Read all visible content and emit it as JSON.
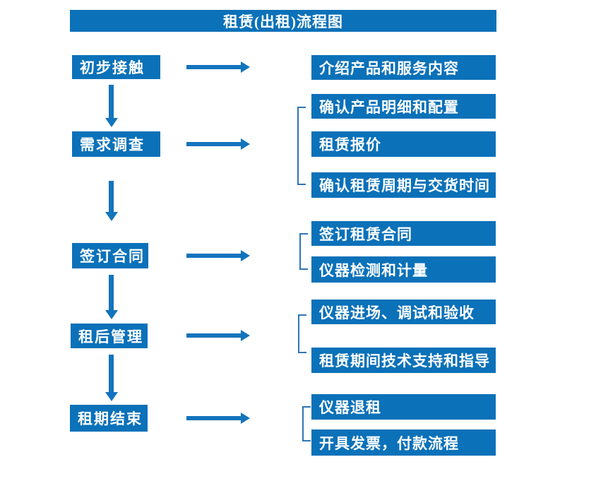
{
  "title": "租赁(出租)流程图",
  "colors": {
    "box_blue": "#0b71b9",
    "arrow_blue": "#1274bd",
    "bracket_blue": "#2e75b6",
    "text": "#ffffff",
    "background": "#ffffff"
  },
  "stages": [
    {
      "label": "初步接触",
      "outputs": [
        "介绍产品和服务内容"
      ]
    },
    {
      "label": "需求调查",
      "outputs": [
        "确认产品明细和配置",
        "租赁报价",
        "确认租赁周期与交货时间"
      ]
    },
    {
      "label": "签订合同",
      "outputs": [
        "签订租赁合同",
        "仪器检测和计量"
      ]
    },
    {
      "label": "租后管理",
      "outputs": [
        "仪器进场、调试和验收",
        "租赁期间技术支持和指导"
      ]
    },
    {
      "label": "租期结束",
      "outputs": [
        "仪器退租",
        "开具发票，付款流程"
      ]
    }
  ]
}
